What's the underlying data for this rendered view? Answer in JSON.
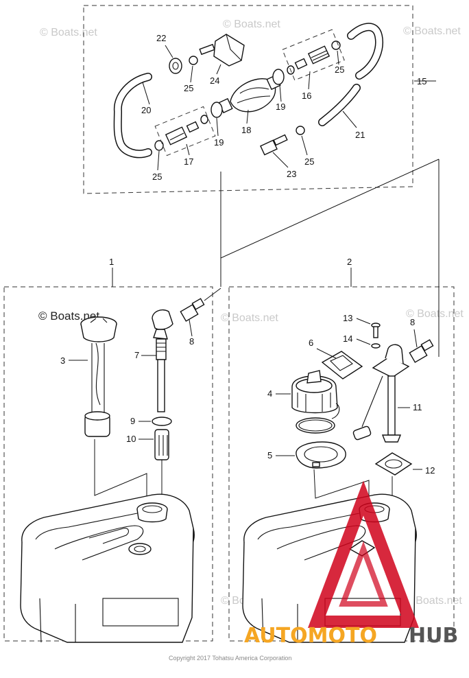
{
  "watermark": "© Boats.net",
  "callouts": {
    "c1": "1",
    "c2": "2",
    "c3": "3",
    "c4": "4",
    "c5": "5",
    "c6": "6",
    "c7": "7",
    "c8a": "8",
    "c8b": "8",
    "c9": "9",
    "c10": "10",
    "c11": "11",
    "c12": "12",
    "c13": "13",
    "c14": "14",
    "c15": "15",
    "c16": "16",
    "c17": "17",
    "c18": "18",
    "c19a": "19",
    "c19b": "19",
    "c20": "20",
    "c21": "21",
    "c22": "22",
    "c23": "23",
    "c24": "24",
    "c25a": "25",
    "c25b": "25",
    "c25c": "25",
    "c25d": "25"
  },
  "copyright": "Copyright 2017 Tohatsu America Corporation",
  "logo": {
    "part1": "AUTOMOTO",
    "part2": "HUB",
    "color1": "#f5a623",
    "color2": "#555555",
    "triangle_color": "#d0021b"
  }
}
